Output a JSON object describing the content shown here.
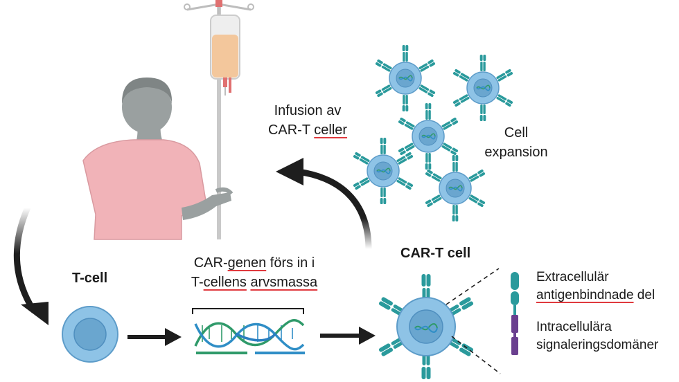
{
  "infusion": {
    "line1": "Infusion av",
    "line2_prefix": "CAR-T ",
    "line2_underlined": "celler"
  },
  "expansion": {
    "line1": "Cell",
    "line2": "expansion"
  },
  "tcell": {
    "label": "T-cell"
  },
  "car_gene": {
    "line1_prefix": "CAR-",
    "line1_underlined": "genen",
    "line1_suffix": " förs in i",
    "line2_prefix": "T-",
    "line2_underlined_a": "cellens",
    "line2_space": " ",
    "line2_underlined_b": "arvsmassa"
  },
  "cart": {
    "label": "CAR-T cell"
  },
  "legend": {
    "extracellular_line1": "Extracellulär",
    "extracellular_underlined": "antigenbindnade",
    "extracellular_suffix": " del",
    "intracellular_line1": "Intracellulära",
    "intracellular_line2": "signaleringsdomäner"
  },
  "colors": {
    "cell_fill": "#8ec3e6",
    "cell_nucleus": "#6aa6cf",
    "receptor": "#2a9a9c",
    "signal_domain": "#6a3f8f",
    "gown": "#f1b3b8",
    "skin": "#9aa0a0",
    "iv_fluid": "#f3c79c",
    "arrow": "#1e1e1e",
    "dna_green": "#2f9a6a",
    "dna_blue": "#2f8ec6"
  }
}
